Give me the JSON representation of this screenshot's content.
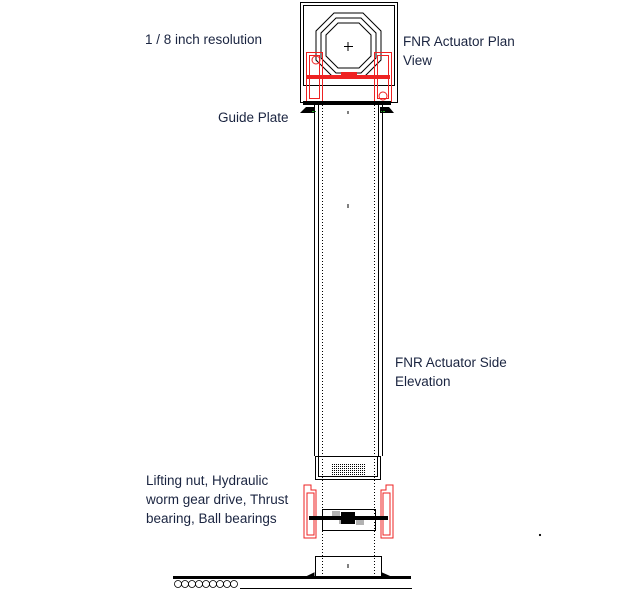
{
  "labels": {
    "resolution": "1 / 8  inch resolution",
    "plan_view_line1": "FNR Actuator Plan",
    "plan_view_line2": "View",
    "guide_plate": "Guide Plate",
    "side_elevation_line1": "FNR Actuator Side",
    "side_elevation_line2": "Elevation",
    "drive_line1": "Lifting nut, Hydraulic",
    "drive_line2": "worm gear drive, Thrust",
    "drive_line3": "bearing, Ball bearings"
  },
  "colors": {
    "line": "#000000",
    "accent": "#ee2222",
    "text": "#1a2440"
  }
}
